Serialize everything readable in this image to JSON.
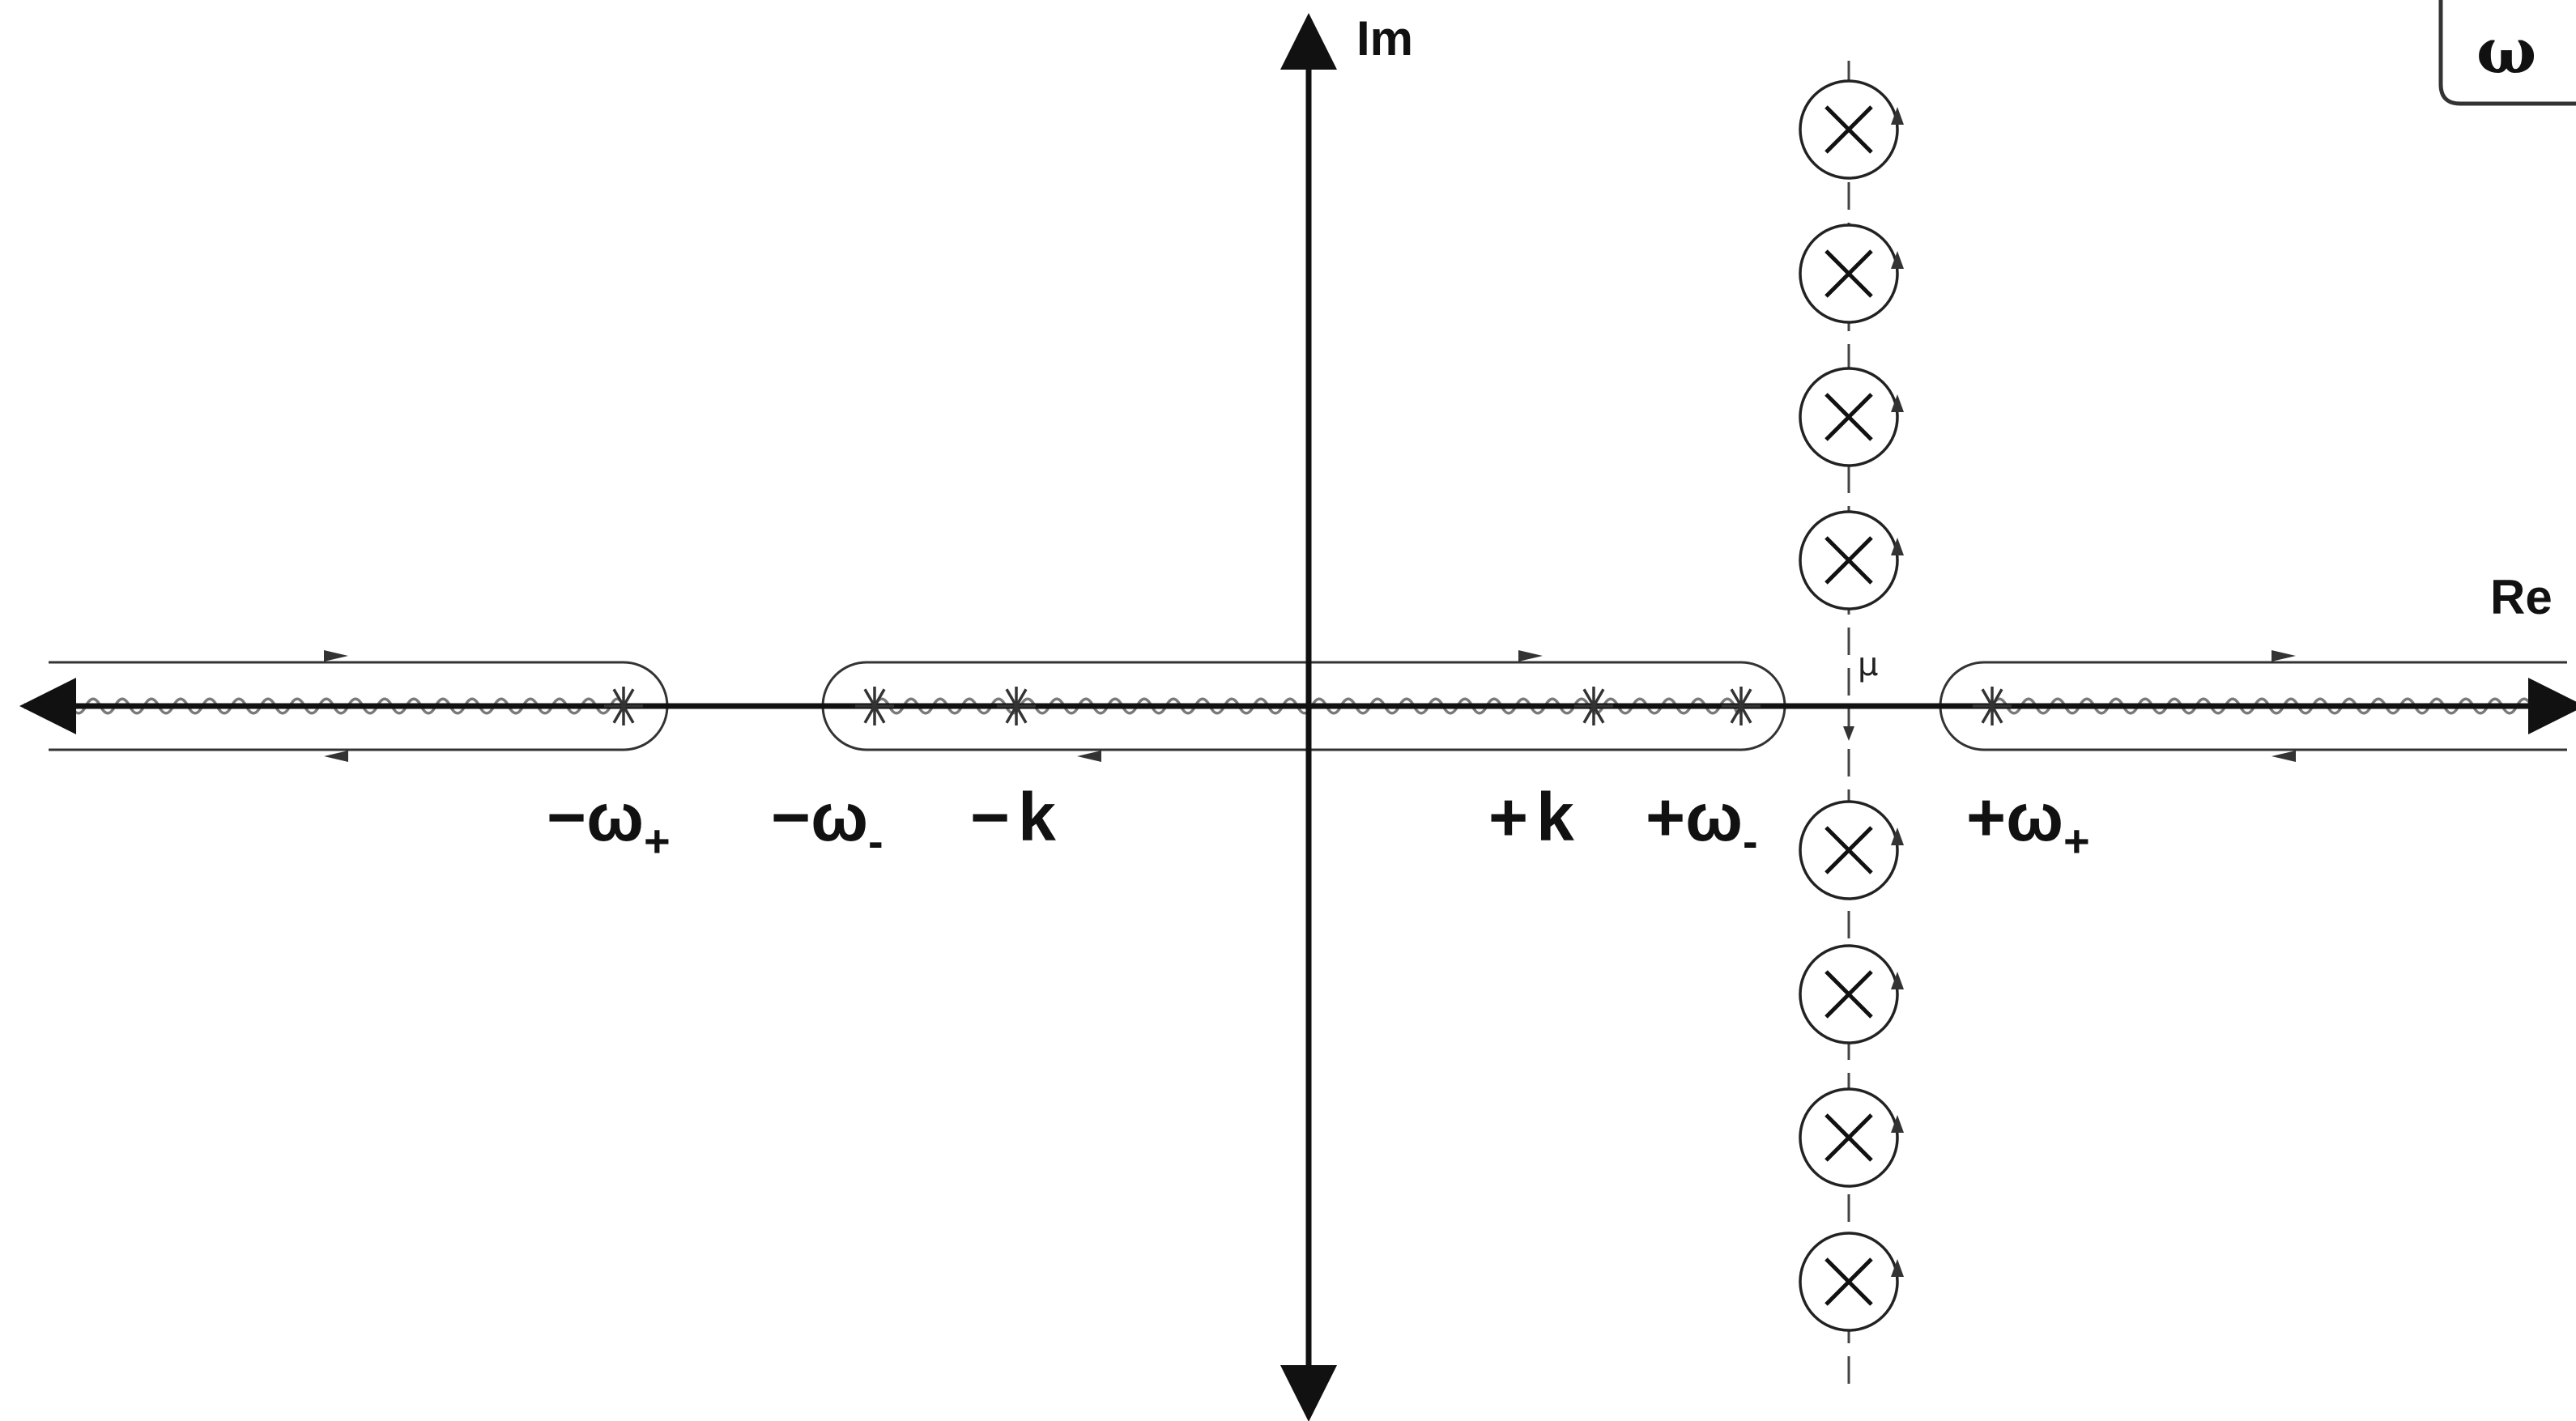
{
  "plane": {
    "badge": "ω",
    "re_label": "Re",
    "im_label": "Im",
    "mu_label": "μ"
  },
  "branch_points": [
    {
      "id": "neg-omega-plus",
      "sign": "−",
      "base": "ω",
      "sub": "+"
    },
    {
      "id": "neg-omega-minus",
      "sign": "−",
      "base": "ω",
      "sub": "-"
    },
    {
      "id": "neg-k",
      "sign": "−",
      "base": "k",
      "sub": ""
    },
    {
      "id": "pos-k",
      "sign": "+",
      "base": "k",
      "sub": ""
    },
    {
      "id": "pos-omega-minus",
      "sign": "+",
      "base": "ω",
      "sub": "-"
    },
    {
      "id": "pos-omega-plus",
      "sign": "+",
      "base": "ω",
      "sub": "+"
    }
  ],
  "poles_above": 4,
  "poles_below": 4,
  "colors": {
    "axis": "#111111",
    "contour": "#333333",
    "cut": "#7a7a7a"
  }
}
